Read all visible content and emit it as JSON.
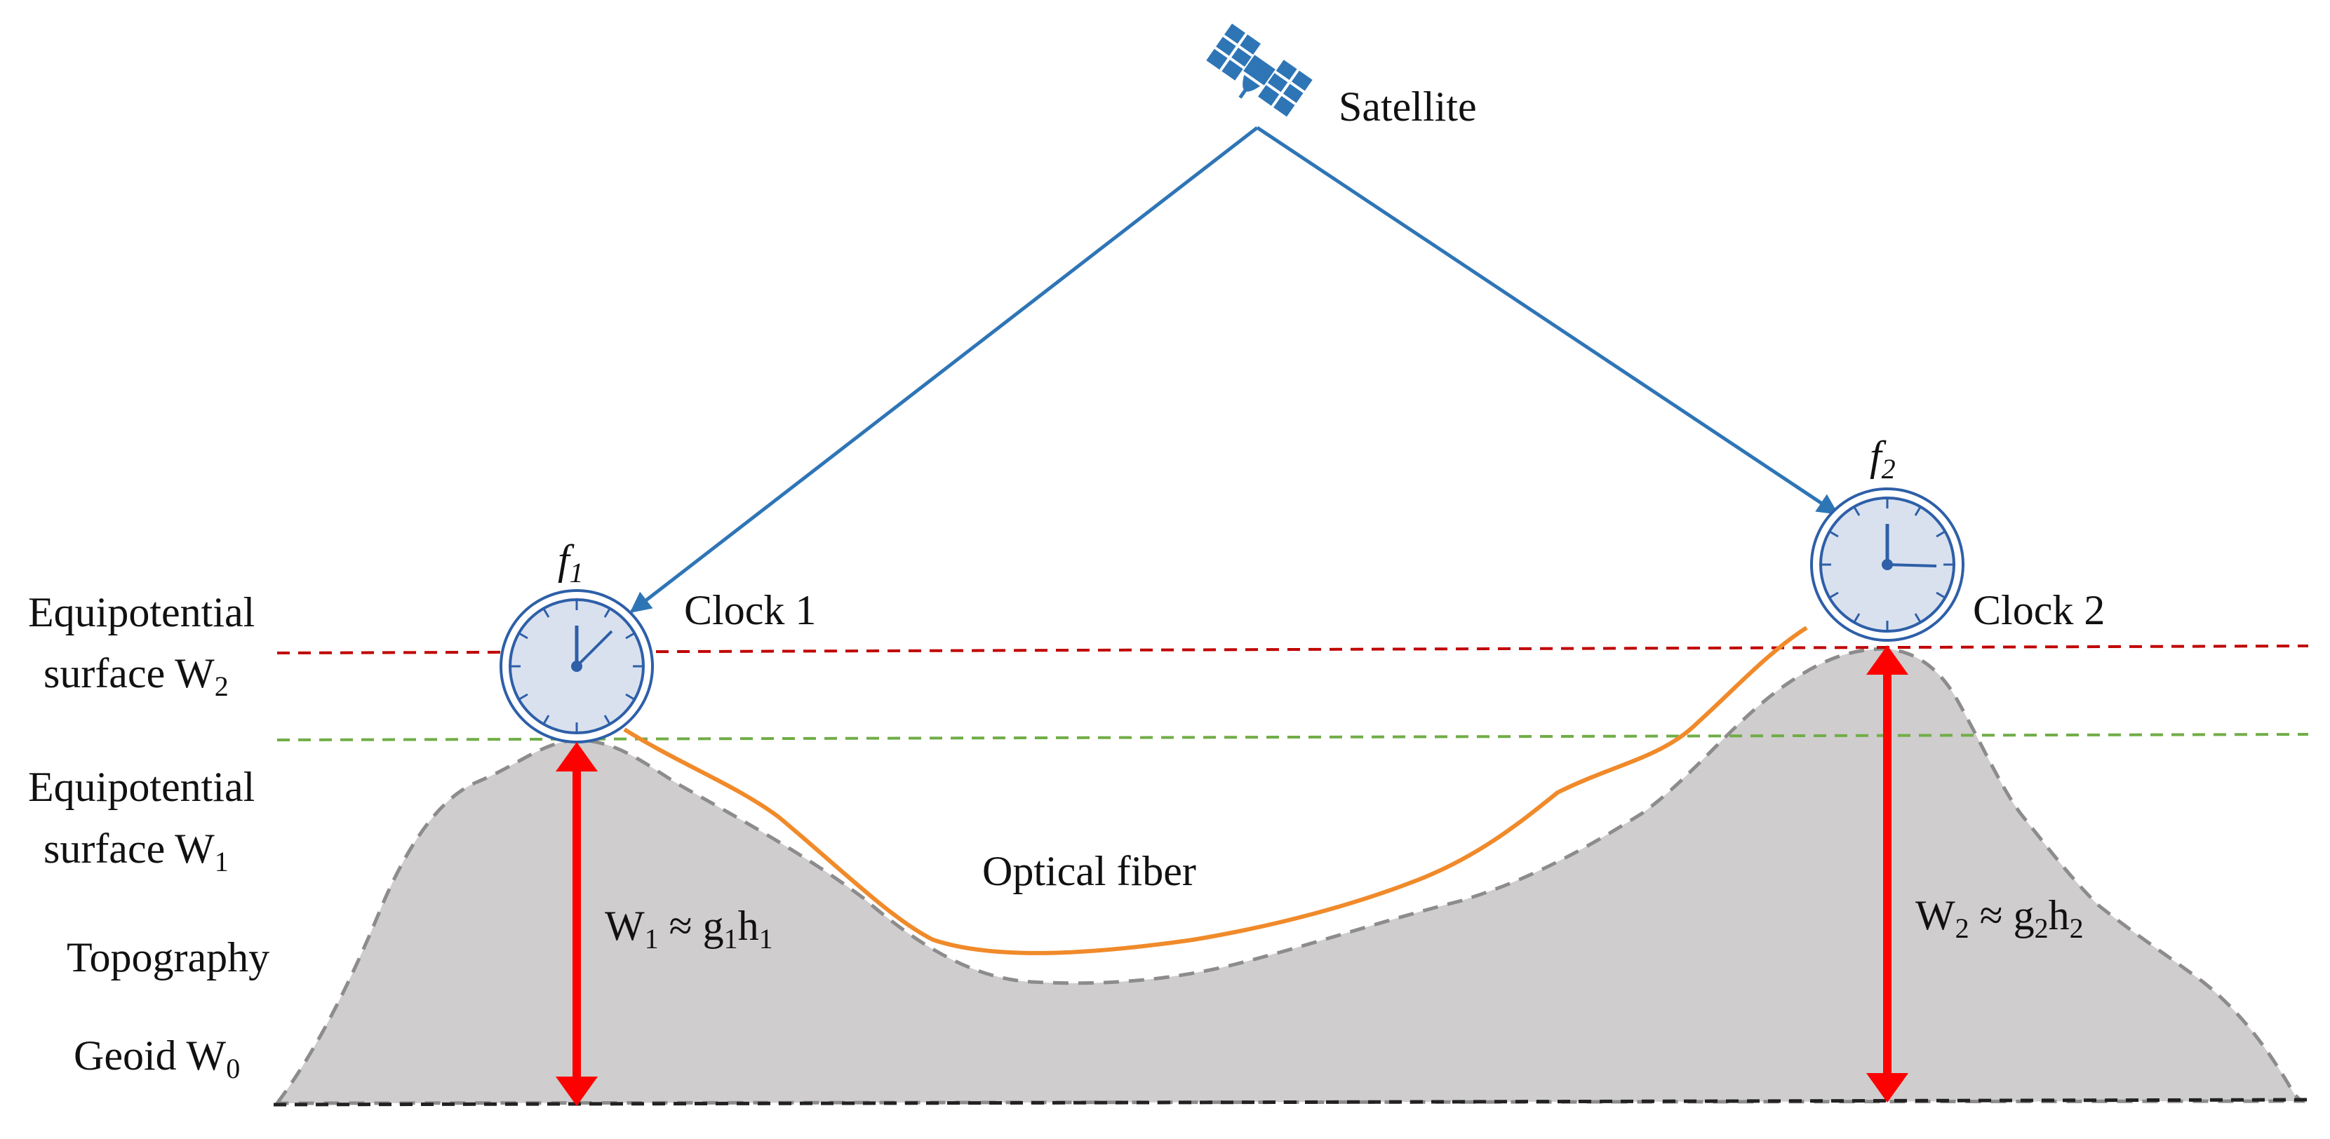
{
  "labels": {
    "satellite": "Satellite",
    "clock1": "Clock 1",
    "clock2": "Clock 2",
    "f1": {
      "base": "f",
      "sub": "1"
    },
    "f2": {
      "base": "f",
      "sub": "2"
    },
    "optical_fiber": "Optical fiber",
    "topography": "Topography",
    "equip_w2": {
      "line1": "Equipotential",
      "line2": "surface W",
      "sub": "2"
    },
    "equip_w1": {
      "line1": "Equipotential",
      "line2": "surface W",
      "sub": "1"
    },
    "geoid": {
      "text": "Geoid W",
      "sub": "0"
    },
    "w1_formula": {
      "w": "W",
      "w_sub": "1",
      "approx": " ≈ g",
      "g_sub": "1",
      "h": "h",
      "h_sub": "1"
    },
    "w2_formula": {
      "w": "W",
      "w_sub": "2",
      "approx": " ≈ g",
      "g_sub": "2",
      "h": "h",
      "h_sub": "2"
    }
  },
  "colors": {
    "satellite_link": "#2e75b6",
    "satellite_icon": "#2e75b6",
    "fiber": "#f08a2a",
    "equipotential_w2": "#c00000",
    "equipotential_w1": "#70ad47",
    "geoid_line": "#222222",
    "topography_fill": "#cfcdcd",
    "topography_outline": "#8c8c8c",
    "height_arrow": "#ff0000",
    "clock_face": "#d9e1ef",
    "clock_ring": "#2e5fa8"
  },
  "icons": {
    "satellite": "satellite-icon",
    "clock1": "clock-icon",
    "clock2": "clock-icon"
  }
}
